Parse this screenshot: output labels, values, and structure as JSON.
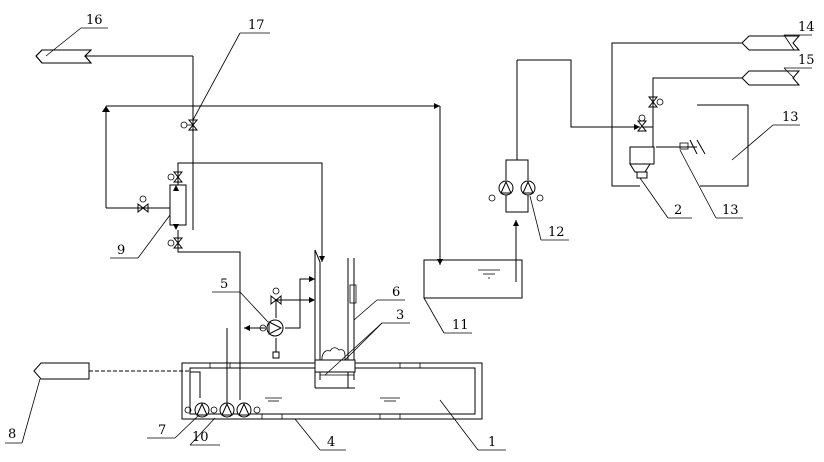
{
  "labels": {
    "l1": "1",
    "l2": "2",
    "l3": "3",
    "l4": "4",
    "l5": "5",
    "l6": "6",
    "l7": "7",
    "l8": "8",
    "l9": "9",
    "l10": "10",
    "l11": "11",
    "l12": "12",
    "l13a": "13",
    "l13b": "13",
    "l14": "14",
    "l15": "15",
    "l16": "16",
    "l17": "17"
  }
}
